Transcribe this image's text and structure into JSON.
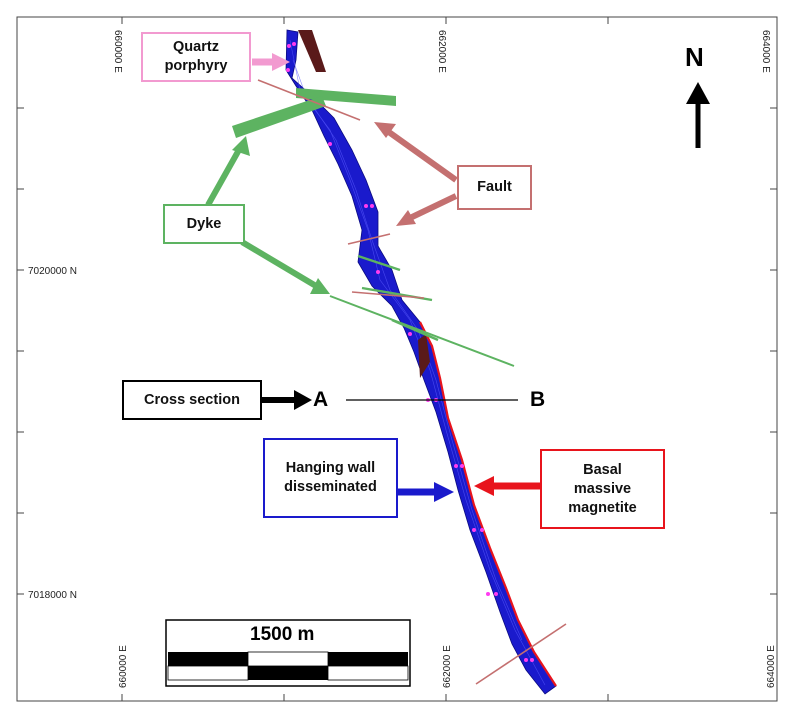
{
  "coordinates": {
    "top_e_left": "660000 E",
    "top_e_mid": "662000 E",
    "top_e_right": "664000 E",
    "bottom_e_left": "660000 E",
    "bottom_e_mid": "662000 E",
    "bottom_e_right": "664000 E",
    "n_mid": "7020000 N",
    "n_low": "7018000 N"
  },
  "labels": {
    "quartz_porphyry": "Quartz\nporphyry",
    "fault": "Fault",
    "dyke": "Dyke",
    "cross_section": "Cross section",
    "hanging_wall": "Hanging wall\ndisseminated",
    "basal_magnetite": "Basal\nmassive\nmagnetite"
  },
  "section": {
    "start": "A",
    "end": "B"
  },
  "north": "N",
  "scale_bar": "1500 m",
  "colors": {
    "quartz_porphyry": "#f29ad0",
    "fault": "#c47070",
    "dyke": "#5db361",
    "hanging_wall": "#1a1acc",
    "basal_magnetite": "#e8141c",
    "cross_section": "#000000"
  }
}
